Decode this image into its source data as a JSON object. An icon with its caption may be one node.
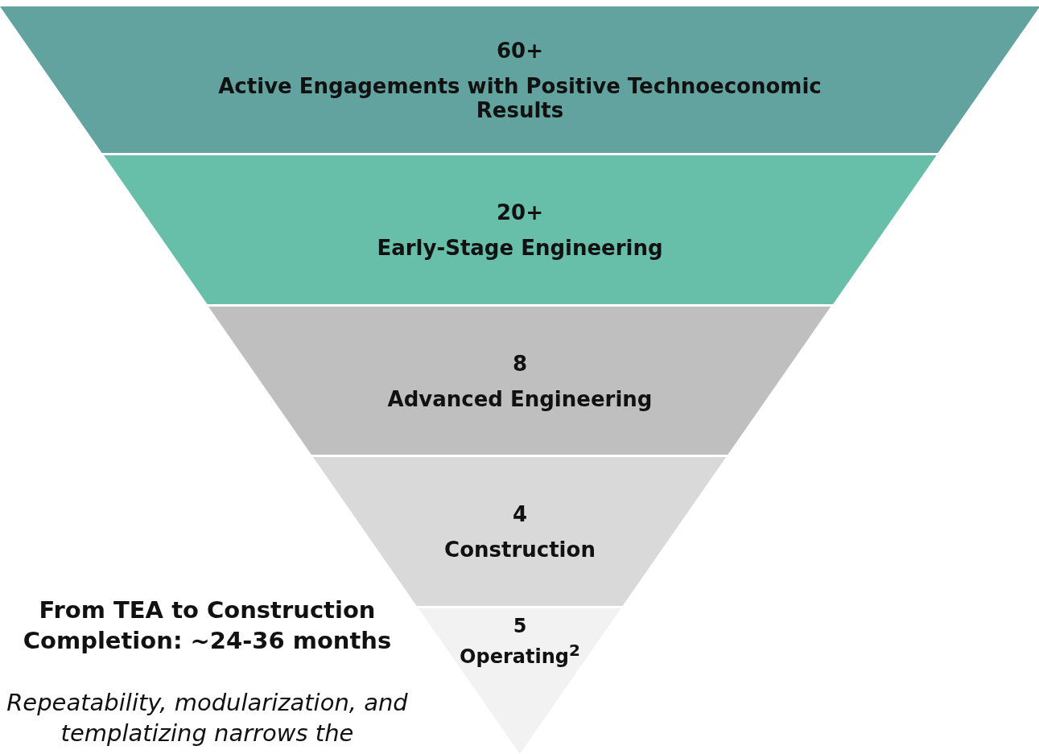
{
  "diagram": {
    "nodes": [
      {
        "text": [
          "60+",
          "Active Engagements with Positive Technoeconomic Results"
        ]
      },
      {
        "text": [
          "20+",
          "Early-Stage Engineering"
        ]
      },
      {
        "text": [
          "8",
          "Advanced Engineering"
        ]
      },
      {
        "text": [
          "4",
          "Construction"
        ]
      },
      {
        "text": [
          "5",
          "Operating$^{2}$"
        ]
      }
    ],
    "edges": [],
    "labels": [
      "From TEA to Construction Completion: ~24-36 months",
      "Repeatability, modularization, and templatizing narrows the"
    ]
  }
}
